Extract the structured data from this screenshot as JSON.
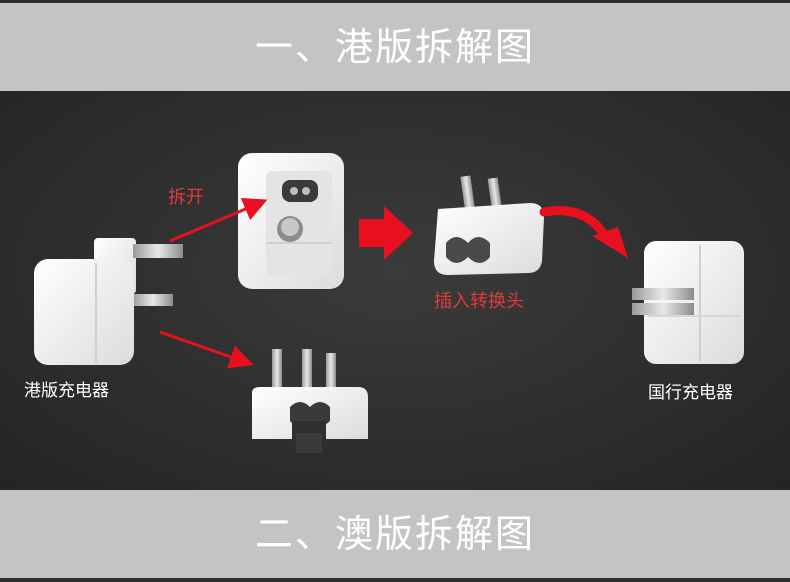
{
  "header": {
    "title": "一、港版拆解图"
  },
  "footer": {
    "title": "二、澳版拆解图"
  },
  "labels": {
    "disassemble": "拆开",
    "hk_charger": "港版充电器",
    "plug_adapter": "插入转换头",
    "cn_charger": "国行充电器"
  },
  "colors": {
    "band": "#c4c4c4",
    "background": "#2d2d2d",
    "accent_red": "#e8101e",
    "label_red": "#e23a3a",
    "device_white": "#f4f4f4"
  }
}
